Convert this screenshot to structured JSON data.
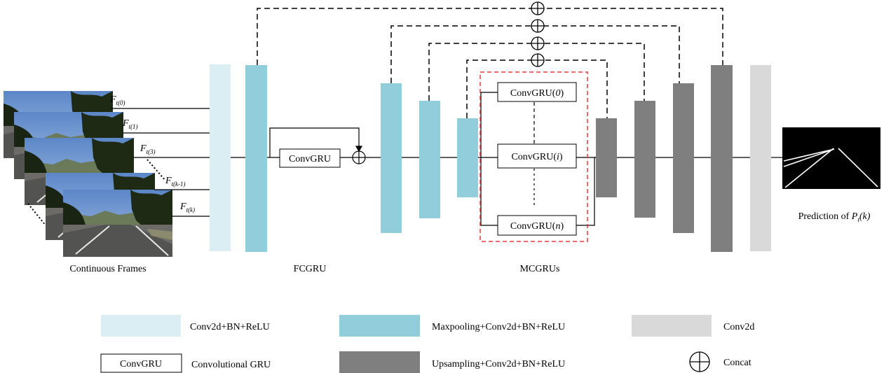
{
  "frames": {
    "caption": "Continuous Frames",
    "labels": [
      {
        "main": "F",
        "sub": "t(0)"
      },
      {
        "main": "F",
        "sub": "t(1)"
      },
      {
        "main": "F",
        "sub": "t(3)"
      },
      {
        "main": "F",
        "sub": "t(k-1)"
      },
      {
        "main": "F",
        "sub": "t(k)"
      }
    ]
  },
  "fcgru": {
    "caption": "FCGRU",
    "box_label": "ConvGRU"
  },
  "mcgrus": {
    "caption": "MCGRUs",
    "cells": [
      {
        "prefix": "ConvGRU(",
        "arg": "0",
        "suffix": ")"
      },
      {
        "prefix": "ConvGRU(",
        "arg": "i",
        "suffix": ")"
      },
      {
        "prefix": "ConvGRU(",
        "arg": "n",
        "suffix": ")"
      }
    ]
  },
  "output": {
    "caption_prefix": "Prediction of ",
    "caption_main": "P",
    "caption_sub": "t",
    "caption_suffix": "(k)"
  },
  "legend": {
    "conv_bn_relu": "Conv2d+BN+ReLU",
    "maxpool": "Maxpooling+Conv2d+BN+ReLU",
    "conv2d": "Conv2d",
    "convgru_box": "ConvGRU",
    "convgru_desc": "Convolutional GRU",
    "upsampling": "Upsampling+Conv2d+BN+ReLU",
    "concat": "Concat"
  },
  "colors": {
    "light_blue": "#daeef3",
    "teal": "#92cddc",
    "dark_gray": "#7f7f7f",
    "light_gray": "#d9d9d9",
    "red_dashed": "#e8383d"
  }
}
